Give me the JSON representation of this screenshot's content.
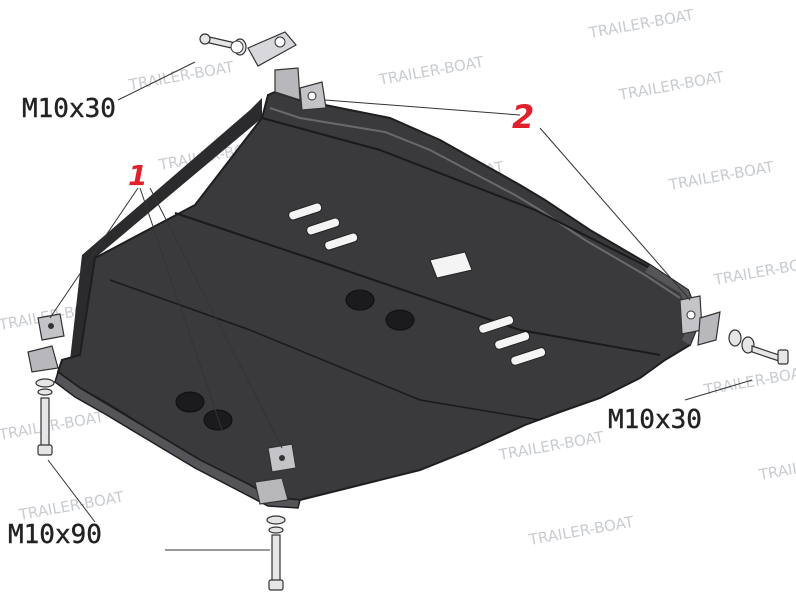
{
  "watermark": {
    "text": "TRAILER-BOAT",
    "color": "#c8ccd0"
  },
  "labels": {
    "bolt_top_left": "M10x30",
    "bolt_right": "M10x30",
    "bolt_bottom_left": "M10x90",
    "callout_1": "1",
    "callout_2": "2"
  },
  "colors": {
    "plate": "#3a3a3d",
    "plate_edge": "#1e1e20",
    "callout": "#e0202a",
    "ink": "#222222"
  }
}
